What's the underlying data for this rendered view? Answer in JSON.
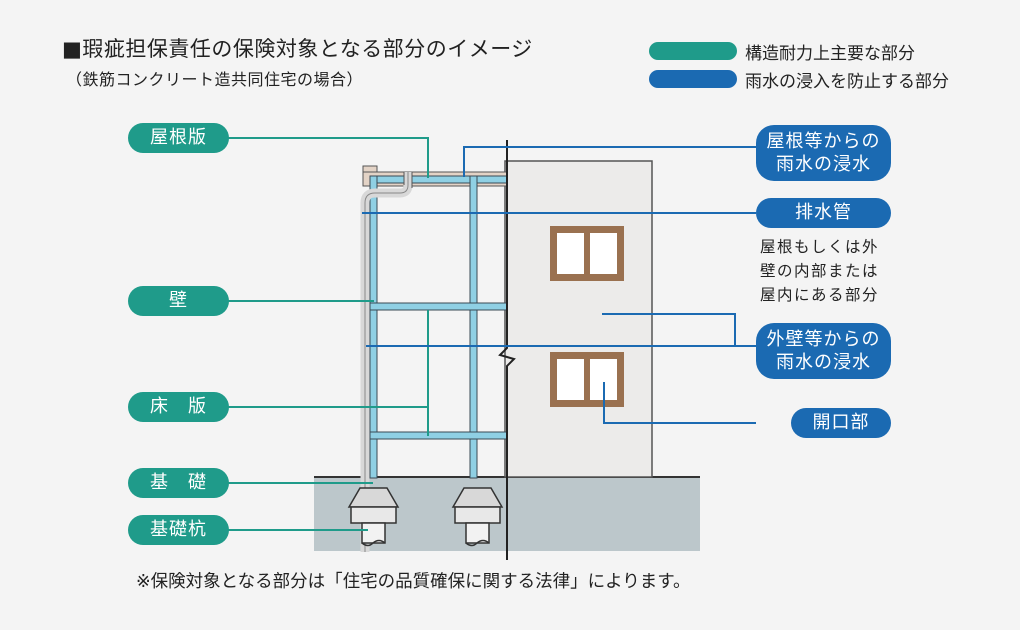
{
  "title": "■瑕疵担保責任の保険対象となる部分のイメージ",
  "subtitle": "（鉄筋コンクリート造共同住宅の場合）",
  "legend": [
    {
      "label": "構造耐力上主要な部分",
      "color": "#1f9b8a"
    },
    {
      "label": "雨水の浸入を防止する部分",
      "color": "#1b6ab2"
    }
  ],
  "labels_structural": {
    "roof_slab": "屋根版",
    "wall": "壁",
    "floor_slab": "床　版",
    "foundation": "基　礎",
    "foundation_pile": "基礎杭"
  },
  "labels_rainwater": {
    "roof_ingress_line1": "屋根等からの",
    "roof_ingress_line2": "雨水の浸水",
    "drain_pipe": "排水管",
    "wall_ingress_line1": "外壁等からの",
    "wall_ingress_line2": "雨水の浸水",
    "opening": "開口部"
  },
  "drain_note": [
    "屋根もしくは外",
    "壁の内部または",
    "屋内にある部分"
  ],
  "footnote": "※保険対象となる部分は「住宅の品質確保に関する法律」によります。",
  "colors": {
    "structural": "#1f9b8a",
    "rainwater": "#1b6ab2",
    "frame_blue": "#8fd0e4",
    "wall_fill": "#ecebea",
    "ground": "#bcc7cb",
    "beige": "#e3d3c6",
    "window_frame": "#9a7150"
  }
}
